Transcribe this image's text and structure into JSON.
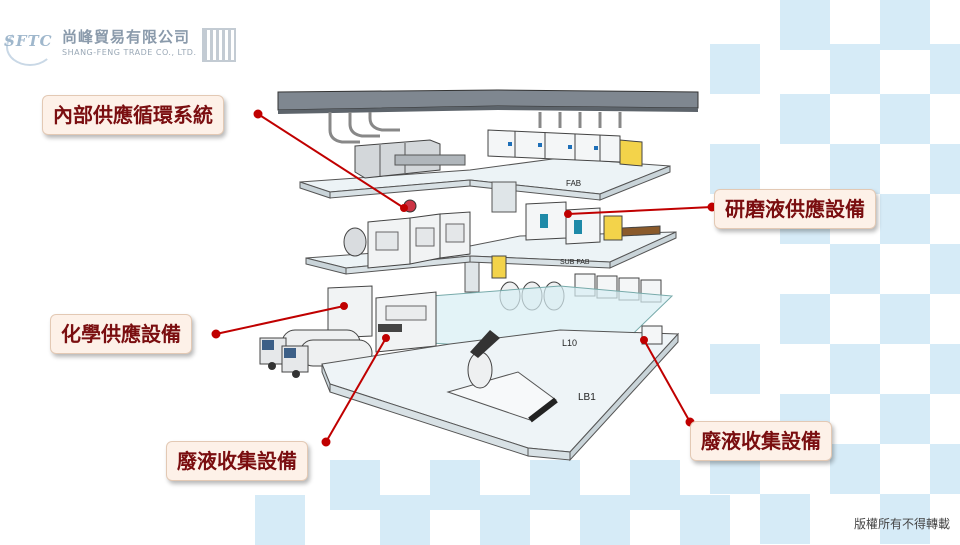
{
  "logo": {
    "mark": "SFTC",
    "company_name": "尚峰貿易有限公司",
    "company_name_en": "SHANG-FENG TRADE CO., LTD."
  },
  "callouts": {
    "internal_supply": "內部供應循環系統",
    "slurry_supply": "研磨液供應設備",
    "chemical_supply": "化學供應設備",
    "waste_left": "廢液收集設備",
    "waste_right": "廢液收集設備"
  },
  "floor_labels": {
    "fab": "FAB",
    "sub_fab": "SUB FAB",
    "l10": "L10",
    "lb1": "LB1"
  },
  "copyright": "版權所有不得轉載",
  "colors": {
    "callout_text": "#7a0e10",
    "leader_line": "#c00000",
    "background_tiles": "#d6ebf7"
  }
}
